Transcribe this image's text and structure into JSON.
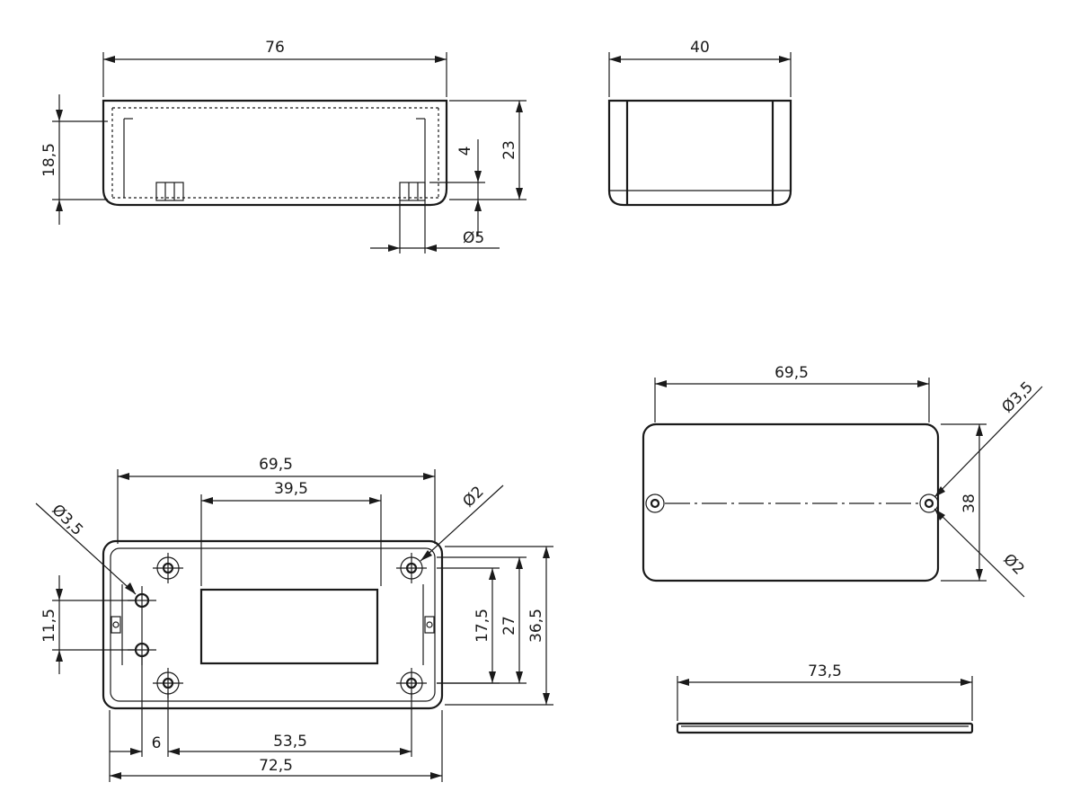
{
  "dimensions": {
    "top_front_width": "76",
    "top_front_height_outer": "18,5",
    "top_front_height_total": "23",
    "top_front_post_height": "4",
    "top_front_post_diameter": "Ø5",
    "top_side_width": "40",
    "bottom_overall_hole_span": "69,5",
    "bottom_window_width": "39,5",
    "bottom_hole_small_diameter": "Ø2",
    "bottom_hole_large_diameter": "Ø3,5",
    "bottom_left_hole_spacing": "11,5",
    "bottom_inner_height": "17,5",
    "bottom_mid_height": "27",
    "bottom_outer_height": "36,5",
    "bottom_offset": "6",
    "bottom_hole_pitch": "53,5",
    "bottom_overall_width": "72,5",
    "lid_hole_span": "69,5",
    "lid_hole_diameter": "Ø3,5",
    "lid_height": "38",
    "lid_small_diameter": "Ø2",
    "lid_plate_width": "73,5"
  }
}
